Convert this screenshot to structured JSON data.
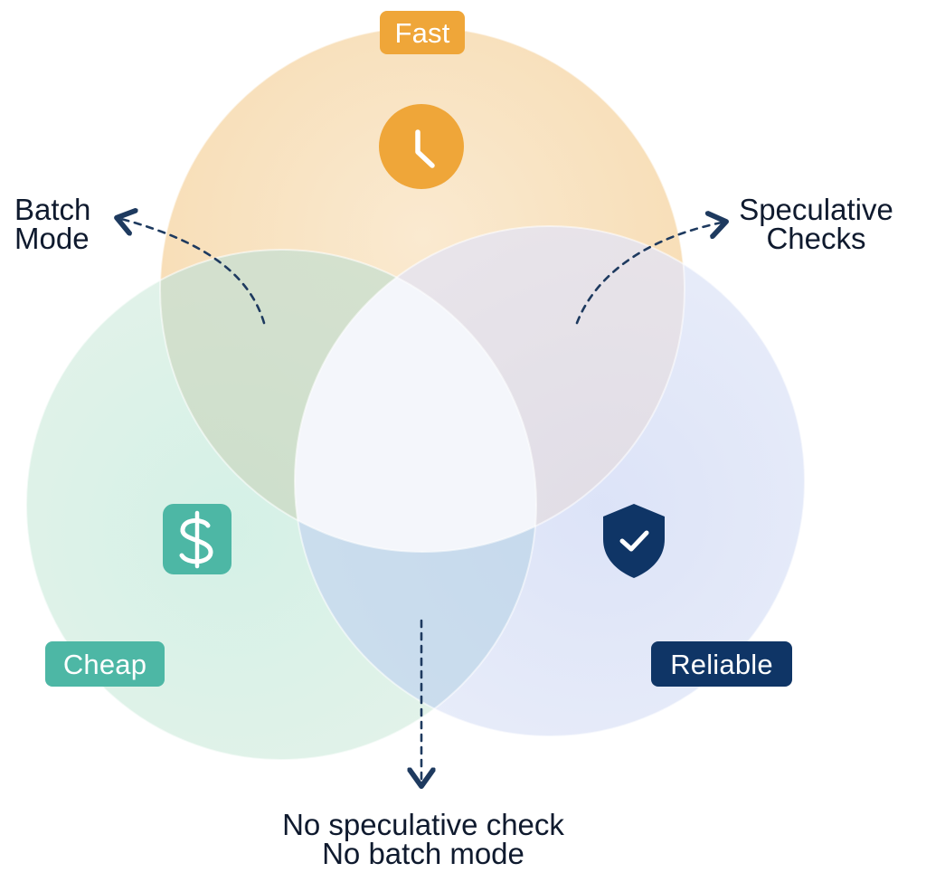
{
  "sets": {
    "fast": {
      "label": "Fast",
      "icon": "clock-icon",
      "color": "#f0a63a"
    },
    "cheap": {
      "label": "Cheap",
      "icon": "dollar-icon",
      "color": "#4db7a5"
    },
    "reliable": {
      "label": "Reliable",
      "icon": "shield-check-icon",
      "color": "#0f3566"
    }
  },
  "callouts": {
    "batch_mode": {
      "line1": "Batch",
      "line2": "Mode"
    },
    "speculative_checks": {
      "line1": "Speculative",
      "line2": "Checks"
    },
    "bottom": {
      "line1": "No speculative check",
      "line2": "No batch mode"
    }
  },
  "colors": {
    "fast_fill": "#f7d8a8",
    "cheap_fill": "#bfe6d8",
    "reliable_fill": "#c8d4f2",
    "arrow": "#1e3a5f"
  }
}
